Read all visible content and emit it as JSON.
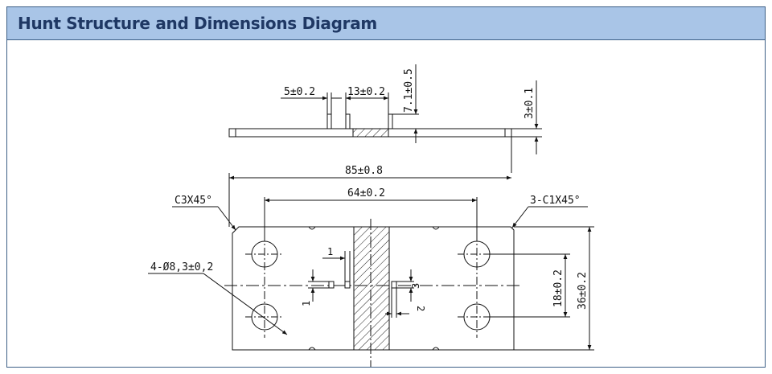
{
  "header": {
    "title": "Hunt Structure and Dimensions Diagram"
  },
  "side_view": {
    "dim_pin_width": "5±0.2",
    "dim_pin_spacing": "13±0.2",
    "dim_pin_height": "7.1±0.5",
    "dim_thickness": "3±0.1"
  },
  "top_view": {
    "dim_overall_length": "85±0.8",
    "dim_hole_spacing": "64±0.2",
    "dim_overall_width": "36±0.2",
    "dim_hole_row_spacing": "18±0.2",
    "label_chamfer_left": "C3X45°",
    "label_chamfer_right": "3-C1X45°",
    "label_holes": "4-Ø8,3±0,2",
    "dim_small_1a": "1",
    "dim_small_1b": "1",
    "dim_small_3": "3",
    "dim_small_2": "2"
  }
}
